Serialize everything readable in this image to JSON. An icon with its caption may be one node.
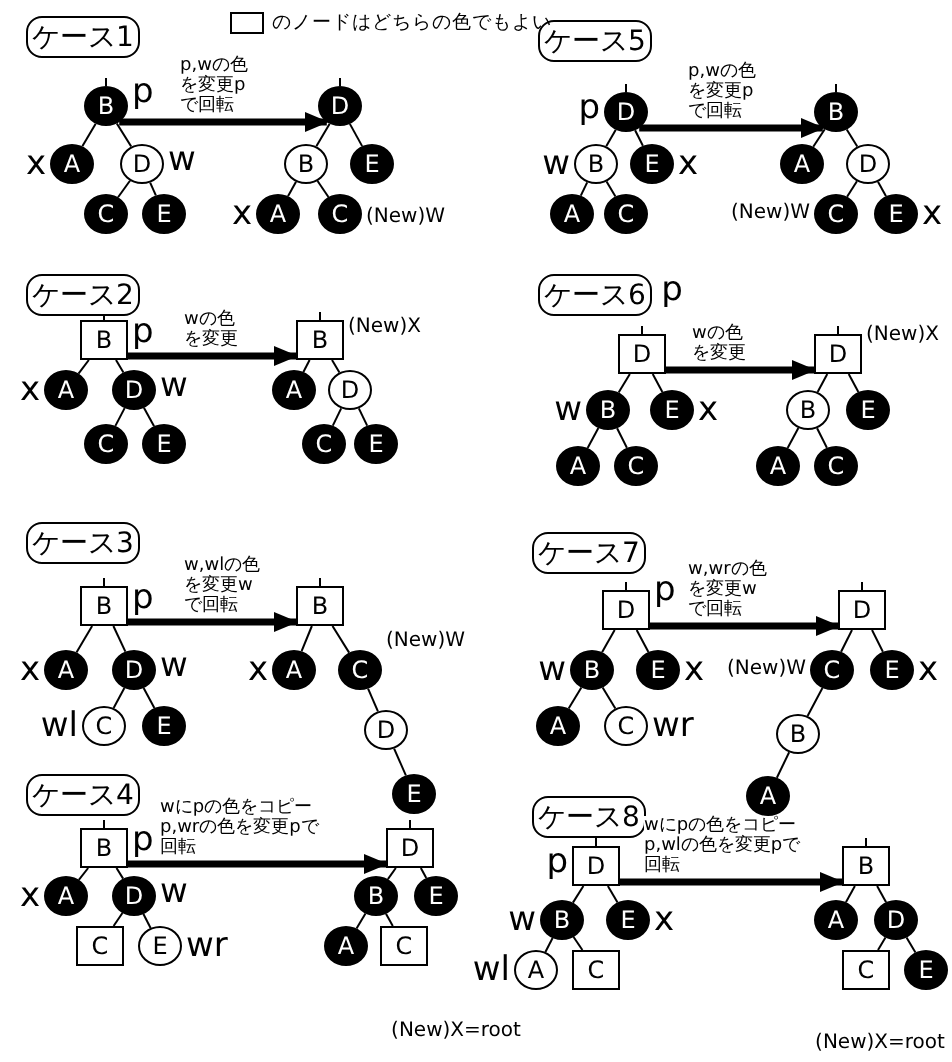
{
  "diagram": {
    "nodes": [
      {
        "text": [
          "ケース1"
        ]
      },
      {
        "text": [
          "B"
        ],
        "beside": [
          "p"
        ]
      },
      {
        "text": [
          "A"
        ],
        "beside": [
          "x"
        ]
      },
      {
        "text": [
          "D"
        ],
        "beside": [
          "w"
        ]
      },
      {
        "text": [
          "C"
        ]
      },
      {
        "text": [
          "E"
        ]
      },
      {
        "text": [
          "D"
        ]
      },
      {
        "text": [
          "B"
        ]
      },
      {
        "text": [
          "E"
        ]
      },
      {
        "text": [
          "A"
        ],
        "beside": [
          "x"
        ]
      },
      {
        "text": [
          "C"
        ],
        "beside": [
          "(New)W"
        ]
      },
      {
        "text": [
          "ケース2"
        ]
      },
      {
        "text": [
          "B"
        ],
        "beside": [
          "p"
        ]
      },
      {
        "text": [
          "A"
        ],
        "beside": [
          "x"
        ]
      },
      {
        "text": [
          "D"
        ],
        "beside": [
          "w"
        ]
      },
      {
        "text": [
          "C"
        ]
      },
      {
        "text": [
          "E"
        ]
      },
      {
        "text": [
          "B"
        ],
        "beside": [
          "(New)X"
        ]
      },
      {
        "text": [
          "A"
        ]
      },
      {
        "text": [
          "D"
        ]
      },
      {
        "text": [
          "C"
        ]
      },
      {
        "text": [
          "E"
        ]
      },
      {
        "text": [
          "ケース3"
        ]
      },
      {
        "text": [
          "B"
        ],
        "beside": [
          "p"
        ]
      },
      {
        "text": [
          "A"
        ],
        "beside": [
          "x"
        ]
      },
      {
        "text": [
          "D"
        ],
        "beside": [
          "w"
        ]
      },
      {
        "text": [
          "C"
        ],
        "beside": [
          "wl"
        ]
      },
      {
        "text": [
          "E"
        ]
      },
      {
        "text": [
          "B"
        ]
      },
      {
        "text": [
          "A"
        ],
        "beside": [
          "x"
        ]
      },
      {
        "text": [
          "C"
        ],
        "beside": [
          "(New)W"
        ]
      },
      {
        "text": [
          "D"
        ]
      },
      {
        "text": [
          "E"
        ]
      },
      {
        "text": [
          "ケース4"
        ]
      },
      {
        "text": [
          "B"
        ],
        "beside": [
          "p"
        ]
      },
      {
        "text": [
          "A"
        ],
        "beside": [
          "x"
        ]
      },
      {
        "text": [
          "D"
        ],
        "beside": [
          "w"
        ]
      },
      {
        "text": [
          "C"
        ]
      },
      {
        "text": [
          "E"
        ],
        "beside": [
          "wr"
        ]
      },
      {
        "text": [
          "D"
        ]
      },
      {
        "text": [
          "B"
        ]
      },
      {
        "text": [
          "E"
        ]
      },
      {
        "text": [
          "A"
        ]
      },
      {
        "text": [
          "C"
        ]
      },
      {
        "text": [
          "ケース5"
        ]
      },
      {
        "text": [
          "D"
        ],
        "beside": [
          "p"
        ]
      },
      {
        "text": [
          "B"
        ],
        "beside": [
          "w"
        ]
      },
      {
        "text": [
          "E"
        ],
        "beside": [
          "x"
        ]
      },
      {
        "text": [
          "A"
        ]
      },
      {
        "text": [
          "C"
        ]
      },
      {
        "text": [
          "B"
        ]
      },
      {
        "text": [
          "A"
        ]
      },
      {
        "text": [
          "D"
        ]
      },
      {
        "text": [
          "C"
        ],
        "beside": [
          "(New)W"
        ]
      },
      {
        "text": [
          "E"
        ],
        "beside": [
          "x"
        ]
      },
      {
        "text": [
          "ケース6"
        ]
      },
      {
        "text": [
          "D"
        ],
        "beside": [
          "p"
        ]
      },
      {
        "text": [
          "B"
        ],
        "beside": [
          "w"
        ]
      },
      {
        "text": [
          "E"
        ],
        "beside": [
          "x"
        ]
      },
      {
        "text": [
          "A"
        ]
      },
      {
        "text": [
          "C"
        ]
      },
      {
        "text": [
          "D"
        ],
        "beside": [
          "(New)X"
        ]
      },
      {
        "text": [
          "B"
        ]
      },
      {
        "text": [
          "E"
        ]
      },
      {
        "text": [
          "A"
        ]
      },
      {
        "text": [
          "C"
        ]
      },
      {
        "text": [
          "ケース7"
        ]
      },
      {
        "text": [
          "D"
        ],
        "beside": [
          "p"
        ]
      },
      {
        "text": [
          "B"
        ],
        "beside": [
          "w"
        ]
      },
      {
        "text": [
          "E"
        ],
        "beside": [
          "x"
        ]
      },
      {
        "text": [
          "A"
        ]
      },
      {
        "text": [
          "C"
        ],
        "beside": [
          "wr"
        ]
      },
      {
        "text": [
          "D"
        ]
      },
      {
        "text": [
          "C"
        ],
        "beside": [
          "(New)W"
        ]
      },
      {
        "text": [
          "E"
        ],
        "beside": [
          "x"
        ]
      },
      {
        "text": [
          "B"
        ]
      },
      {
        "text": [
          "A"
        ]
      },
      {
        "text": [
          "ケース8"
        ]
      },
      {
        "text": [
          "D"
        ],
        "beside": [
          "p"
        ]
      },
      {
        "text": [
          "B"
        ],
        "beside": [
          "w"
        ]
      },
      {
        "text": [
          "E"
        ],
        "beside": [
          "x"
        ]
      },
      {
        "text": [
          "A"
        ],
        "beside": [
          "wl"
        ]
      },
      {
        "text": [
          "C"
        ]
      },
      {
        "text": [
          "B"
        ]
      },
      {
        "text": [
          "A"
        ]
      },
      {
        "text": [
          "D"
        ]
      },
      {
        "text": [
          "C"
        ]
      },
      {
        "text": [
          "E"
        ]
      }
    ],
    "edges": [
      {
        "from": 1,
        "to": 2,
        "arrow": "none"
      },
      {
        "from": 1,
        "to": 3,
        "arrow": "none"
      },
      {
        "from": 3,
        "to": 4,
        "arrow": "none"
      },
      {
        "from": 3,
        "to": 5,
        "arrow": "none"
      },
      {
        "from": 6,
        "to": 7,
        "arrow": "none"
      },
      {
        "from": 6,
        "to": 8,
        "arrow": "none"
      },
      {
        "from": 7,
        "to": 9,
        "arrow": "none"
      },
      {
        "from": 7,
        "to": 10,
        "arrow": "none"
      },
      {
        "from": 1,
        "to": 6,
        "arrow": "to",
        "style": "thick",
        "label": "p,wの色を変更pで回転"
      },
      {
        "from": 12,
        "to": 13,
        "arrow": "none"
      },
      {
        "from": 12,
        "to": 14,
        "arrow": "none"
      },
      {
        "from": 14,
        "to": 15,
        "arrow": "none"
      },
      {
        "from": 14,
        "to": 16,
        "arrow": "none"
      },
      {
        "from": 17,
        "to": 18,
        "arrow": "none"
      },
      {
        "from": 17,
        "to": 19,
        "arrow": "none"
      },
      {
        "from": 19,
        "to": 20,
        "arrow": "none"
      },
      {
        "from": 19,
        "to": 21,
        "arrow": "none"
      },
      {
        "from": 12,
        "to": 17,
        "arrow": "to",
        "style": "thick",
        "label": "wの色を変更"
      },
      {
        "from": 23,
        "to": 24,
        "arrow": "none"
      },
      {
        "from": 23,
        "to": 25,
        "arrow": "none"
      },
      {
        "from": 25,
        "to": 26,
        "arrow": "none"
      },
      {
        "from": 25,
        "to": 27,
        "arrow": "none"
      },
      {
        "from": 28,
        "to": 29,
        "arrow": "none"
      },
      {
        "from": 28,
        "to": 30,
        "arrow": "none"
      },
      {
        "from": 30,
        "to": 31,
        "arrow": "none"
      },
      {
        "from": 31,
        "to": 32,
        "arrow": "none"
      },
      {
        "from": 23,
        "to": 28,
        "arrow": "to",
        "style": "thick",
        "label": "w,wlの色を変更wで回転"
      },
      {
        "from": 34,
        "to": 35,
        "arrow": "none"
      },
      {
        "from": 34,
        "to": 36,
        "arrow": "none"
      },
      {
        "from": 36,
        "to": 37,
        "arrow": "none"
      },
      {
        "from": 36,
        "to": 38,
        "arrow": "none"
      },
      {
        "from": 39,
        "to": 40,
        "arrow": "none"
      },
      {
        "from": 39,
        "to": 41,
        "arrow": "none"
      },
      {
        "from": 40,
        "to": 42,
        "arrow": "none"
      },
      {
        "from": 40,
        "to": 43,
        "arrow": "none"
      },
      {
        "from": 34,
        "to": 39,
        "arrow": "to",
        "style": "thick",
        "label": "wにpの色をコピーp,wrの色を変更pで回転"
      },
      {
        "from": 45,
        "to": 46,
        "arrow": "none"
      },
      {
        "from": 45,
        "to": 47,
        "arrow": "none"
      },
      {
        "from": 46,
        "to": 48,
        "arrow": "none"
      },
      {
        "from": 46,
        "to": 49,
        "arrow": "none"
      },
      {
        "from": 50,
        "to": 51,
        "arrow": "none"
      },
      {
        "from": 50,
        "to": 52,
        "arrow": "none"
      },
      {
        "from": 52,
        "to": 53,
        "arrow": "none"
      },
      {
        "from": 52,
        "to": 54,
        "arrow": "none"
      },
      {
        "from": 45,
        "to": 50,
        "arrow": "to",
        "style": "thick",
        "label": "p,wの色を変更pで回転"
      },
      {
        "from": 56,
        "to": 57,
        "arrow": "none"
      },
      {
        "from": 56,
        "to": 58,
        "arrow": "none"
      },
      {
        "from": 57,
        "to": 59,
        "arrow": "none"
      },
      {
        "from": 57,
        "to": 60,
        "arrow": "none"
      },
      {
        "from": 61,
        "to": 62,
        "arrow": "none"
      },
      {
        "from": 61,
        "to": 63,
        "arrow": "none"
      },
      {
        "from": 62,
        "to": 64,
        "arrow": "none"
      },
      {
        "from": 62,
        "to": 65,
        "arrow": "none"
      },
      {
        "from": 56,
        "to": 61,
        "arrow": "to",
        "style": "thick",
        "label": "wの色を変更"
      },
      {
        "from": 67,
        "to": 68,
        "arrow": "none"
      },
      {
        "from": 67,
        "to": 69,
        "arrow": "none"
      },
      {
        "from": 68,
        "to": 70,
        "arrow": "none"
      },
      {
        "from": 68,
        "to": 71,
        "arrow": "none"
      },
      {
        "from": 72,
        "to": 73,
        "arrow": "none"
      },
      {
        "from": 72,
        "to": 74,
        "arrow": "none"
      },
      {
        "from": 73,
        "to": 75,
        "arrow": "none"
      },
      {
        "from": 75,
        "to": 76,
        "arrow": "none"
      },
      {
        "from": 67,
        "to": 72,
        "arrow": "to",
        "style": "thick",
        "label": "w,wrの色を変更wで回転"
      },
      {
        "from": 78,
        "to": 79,
        "arrow": "none"
      },
      {
        "from": 78,
        "to": 80,
        "arrow": "none"
      },
      {
        "from": 79,
        "to": 81,
        "arrow": "none"
      },
      {
        "from": 79,
        "to": 82,
        "arrow": "none"
      },
      {
        "from": 83,
        "to": 84,
        "arrow": "none"
      },
      {
        "from": 83,
        "to": 85,
        "arrow": "none"
      },
      {
        "from": 85,
        "to": 86,
        "arrow": "none"
      },
      {
        "from": 85,
        "to": 87,
        "arrow": "none"
      },
      {
        "from": 78,
        "to": 83,
        "arrow": "to",
        "style": "thick",
        "label": "wにpの色をコピーp,wlの色を変更pで回転"
      }
    ],
    "labels": [
      "(New)X=root",
      "(New)X=root"
    ],
    "legend": [
      {
        "text": "のノードはどちらの色でもよい"
      }
    ]
  }
}
